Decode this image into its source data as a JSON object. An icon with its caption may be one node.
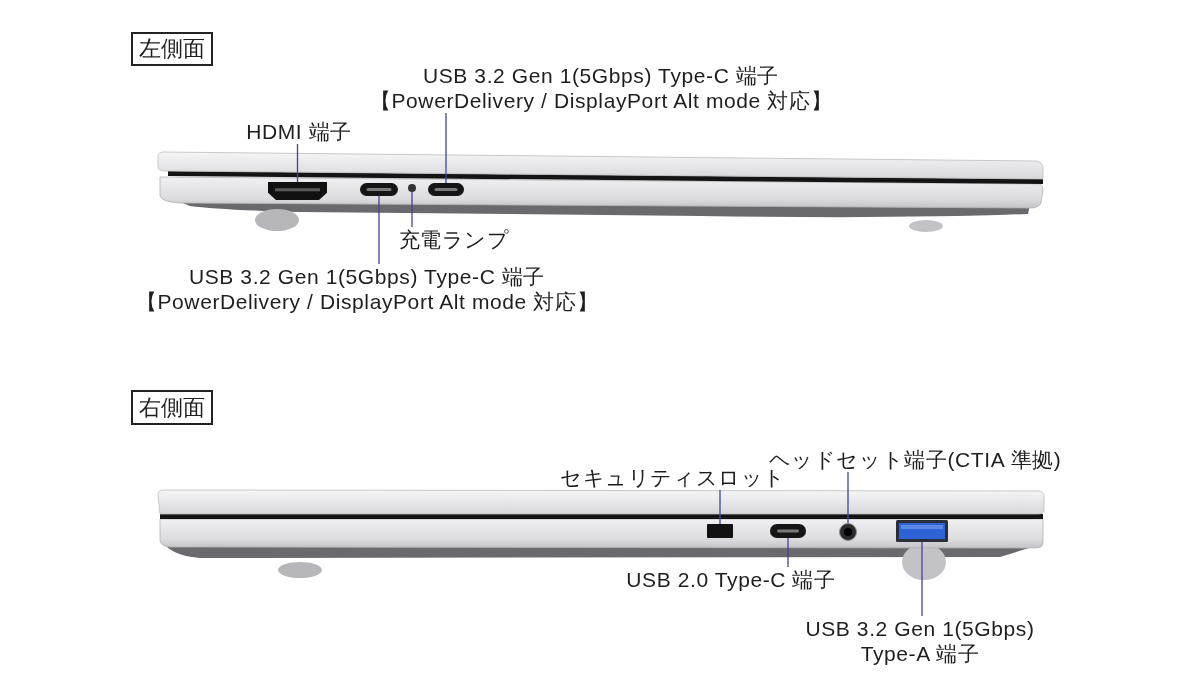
{
  "diagram": {
    "nodes": [
      {
        "text": [
          "左側面"
        ]
      },
      {
        "text": [
          "USB 3.2 Gen 1(5Gbps) Type-C 端子",
          "【PowerDelivery / DisplayPort Alt mode 対応】"
        ]
      },
      {
        "text": [
          "HDMI 端子"
        ]
      },
      {
        "text": [],
        "shape": "box"
      },
      {
        "text": [],
        "shape": "box"
      },
      {
        "text": [],
        "shape": "circle"
      },
      {
        "text": [],
        "shape": "box"
      },
      {
        "text": [
          "充電ランプ"
        ]
      },
      {
        "text": [
          "USB 3.2 Gen 1(5Gbps) Type-C 端子",
          "【PowerDelivery / DisplayPort Alt mode 対応】"
        ]
      },
      {
        "text": [
          "右側面"
        ]
      },
      {
        "text": [
          "ヘッドセット端子(CTIA 準拠)"
        ]
      },
      {
        "text": [
          "セキュリティスロット"
        ]
      },
      {
        "text": [],
        "shape": "box"
      },
      {
        "text": [],
        "shape": "box"
      },
      {
        "text": [],
        "shape": "circle"
      },
      {
        "text": [],
        "shape": "box"
      },
      {
        "text": [
          "USB 2.0 Type-C 端子"
        ]
      },
      {
        "text": [
          "USB 3.2 Gen 1(5Gbps) Type-A 端子"
        ]
      }
    ],
    "edges": [
      {
        "from": 2,
        "to": 3,
        "arrow": "none"
      },
      {
        "from": 1,
        "to": 6,
        "arrow": "none"
      },
      {
        "from": 7,
        "to": 5,
        "arrow": "none"
      },
      {
        "from": 8,
        "to": 4,
        "arrow": "none"
      },
      {
        "from": 11,
        "to": 12,
        "arrow": "none"
      },
      {
        "from": 10,
        "to": 14,
        "arrow": "none"
      },
      {
        "from": 16,
        "to": 13,
        "arrow": "none"
      },
      {
        "from": 17,
        "to": 15,
        "arrow": "none"
      }
    ]
  }
}
